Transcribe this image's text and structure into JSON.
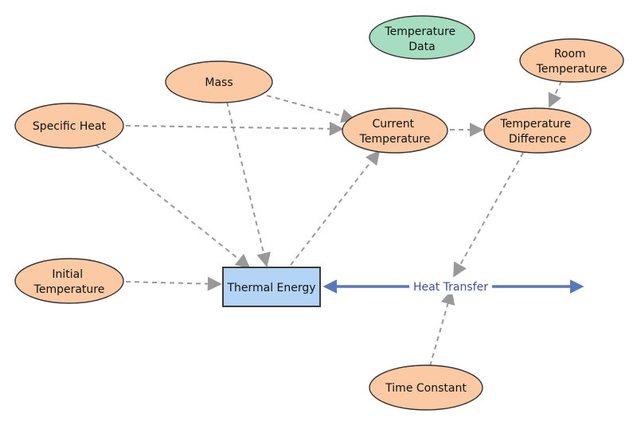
{
  "colors": {
    "variable_fill": "#fbc9a4",
    "variable_stroke": "#333333",
    "data_fill": "#a6dcc0",
    "stock_fill": "#b3d4f5",
    "stock_stroke": "#3a3a3a",
    "link": "#999999",
    "flow": "#5a78b8",
    "flow_label": "#3b4f9a"
  },
  "nodes": {
    "temperature_data": {
      "lines": [
        "Temperature",
        "Data"
      ]
    },
    "room_temperature": {
      "lines": [
        "Room",
        "Temperature"
      ]
    },
    "mass": {
      "lines": [
        "Mass"
      ]
    },
    "specific_heat": {
      "lines": [
        "Specific Heat"
      ]
    },
    "current_temperature": {
      "lines": [
        "Current",
        "Temperature"
      ]
    },
    "temperature_difference": {
      "lines": [
        "Temperature",
        "Difference"
      ]
    },
    "initial_temperature": {
      "lines": [
        "Initial",
        "Temperature"
      ]
    },
    "thermal_energy": {
      "lines": [
        "Thermal Energy"
      ]
    },
    "time_constant": {
      "lines": [
        "Time Constant"
      ]
    }
  },
  "flow": {
    "label": "Heat Transfer"
  }
}
